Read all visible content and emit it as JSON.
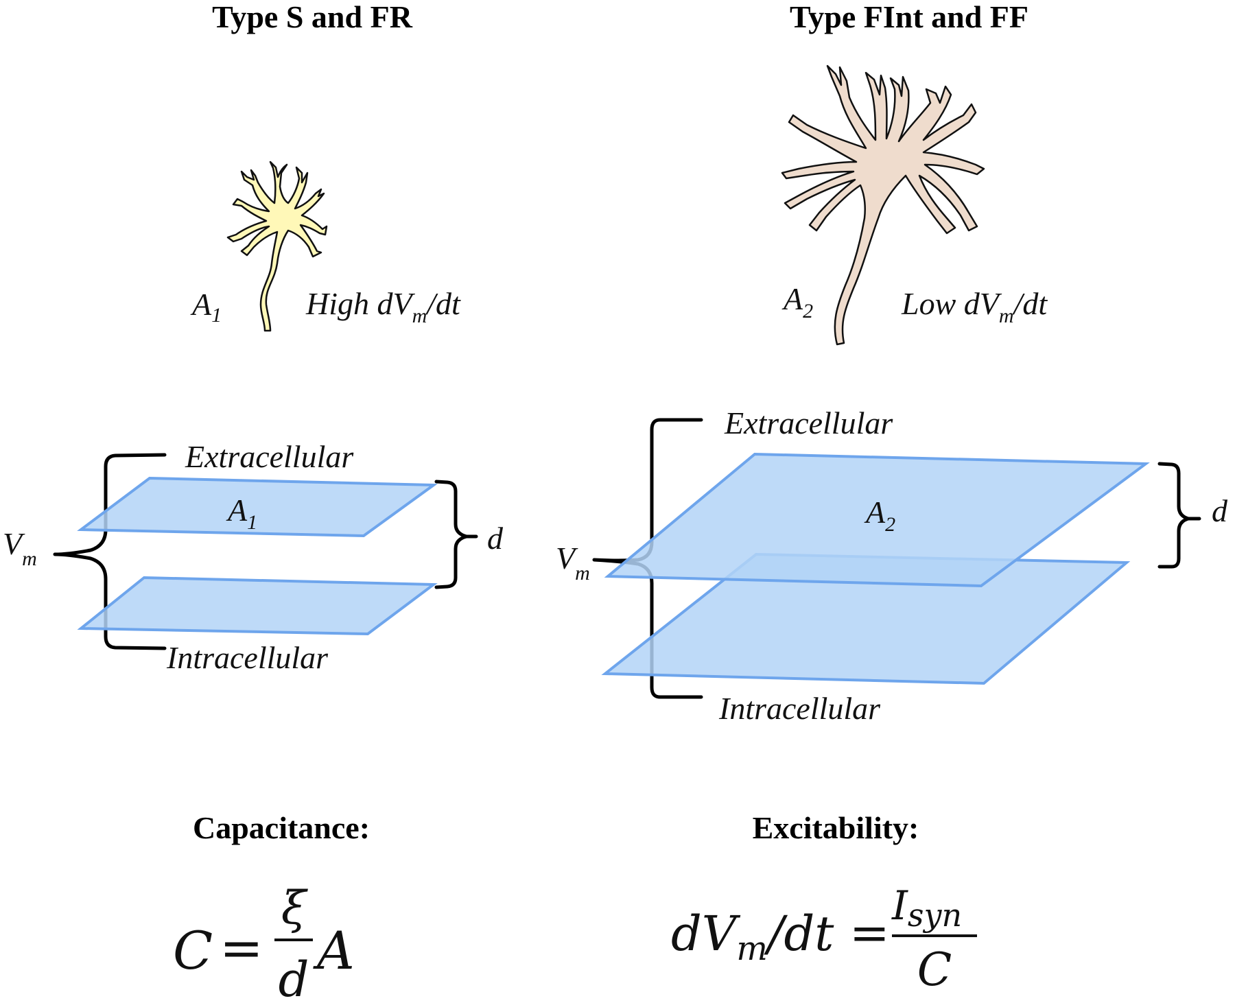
{
  "left_panel": {
    "title": "Type S and FR",
    "area_label": "A",
    "area_sub": "1",
    "rate_pre": "High dV",
    "rate_sub": "m",
    "rate_post": "/dt",
    "extracellular": "Extracellular",
    "intracellular": "Intracellular",
    "plate_label": "A",
    "plate_sub": "1",
    "vm": "V",
    "vm_sub": "m",
    "d": "d"
  },
  "right_panel": {
    "title": "Type FInt and FF",
    "area_label": "A",
    "area_sub": "2",
    "rate_pre": "Low dV",
    "rate_sub": "m",
    "rate_post": "/dt",
    "extracellular": "Extracellular",
    "intracellular": "Intracellular",
    "plate_label": "A",
    "plate_sub": "2",
    "vm": "V",
    "vm_sub": "m",
    "d": "d"
  },
  "capacitance": {
    "heading": "Capacitance:",
    "lhs": "C",
    "equals": "=",
    "numerator": "ξ",
    "denominator": "d",
    "factor": "A"
  },
  "excitability": {
    "heading": "Excitability:",
    "lhs_pre": "dV",
    "lhs_sub": "m",
    "lhs_post": "/dt",
    "equals": "=",
    "numerator": "I",
    "numerator_sub": "syn",
    "denominator": "C"
  },
  "colors": {
    "plate_fill": "#b3d4f7",
    "plate_edge": "#6ea5ec",
    "neuron_small": "#fff8b8",
    "neuron_large": "#efdccd"
  }
}
